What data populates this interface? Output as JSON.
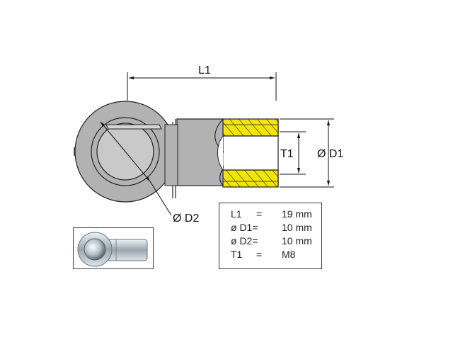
{
  "dimensions": {
    "length_label": "L1",
    "outer_diameter_label": "Ø D1",
    "ball_diameter_label": "Ø D2",
    "thread_label": "T1"
  },
  "spec_table": {
    "rows": [
      {
        "param": "L1",
        "eq": "=",
        "value": "19 mm"
      },
      {
        "param": "ø D1=",
        "eq": "",
        "value": "10 mm"
      },
      {
        "param": "ø D2=",
        "eq": "",
        "value": "10 mm"
      },
      {
        "param": "T1",
        "eq": "=",
        "value": "M8"
      }
    ]
  },
  "colors": {
    "body_gray": "#b2b2b2",
    "thread_yellow": "#f2e600",
    "outline": "#222222"
  },
  "icons": {
    "product_photo": "ball-socket-photo"
  }
}
